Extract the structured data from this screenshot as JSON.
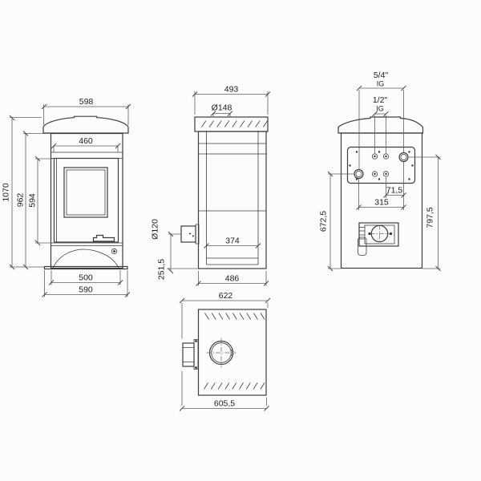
{
  "front": {
    "top_width": "598",
    "inner_width": "460",
    "overall_height": "1070",
    "body_height": "962",
    "door_height": "594",
    "base_inner_width": "500",
    "base_width": "590"
  },
  "side": {
    "top_depth": "493",
    "top_flue_diameter": "Ø148",
    "rear_flue_diameter": "Ø120",
    "rear_flue_height": "251,5",
    "chamber_depth": "374",
    "base_depth": "486"
  },
  "back": {
    "large_thread": "5/4\"",
    "large_thread_unit": "IG",
    "small_thread": "1/2\"",
    "small_thread_unit": "IG",
    "connection_offset": "71,5",
    "connection_span": "315",
    "left_connection_height": "672,5",
    "right_connection_height": "797,5"
  },
  "bottom": {
    "overall_depth": "622",
    "body_depth": "605,5"
  },
  "colors": {
    "object_line": "#3d3d3d",
    "dimension_line": "#5f5f5f",
    "text": "#1c1c1c",
    "background": "#fcfcfc"
  }
}
